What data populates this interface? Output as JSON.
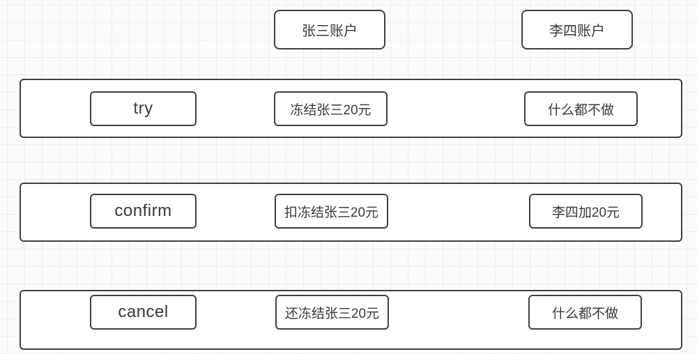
{
  "diagram": {
    "title_implicit": "TCC transaction phases",
    "stroke_color": "#3f3f3f",
    "text_color": "#383838",
    "grid_color": "#ededed",
    "background_color": "#fbfbfb"
  },
  "accounts": [
    {
      "label": "张三账户"
    },
    {
      "label": "李四账户"
    }
  ],
  "rows": [
    {
      "phase": "try",
      "zhangsan_action": "冻结张三20元",
      "lisi_action": "什么都不做"
    },
    {
      "phase": "confirm",
      "zhangsan_action": "扣冻结张三20元",
      "lisi_action": "李四加20元"
    },
    {
      "phase": "cancel",
      "zhangsan_action": "还冻结张三20元",
      "lisi_action": "什么都不做"
    }
  ]
}
